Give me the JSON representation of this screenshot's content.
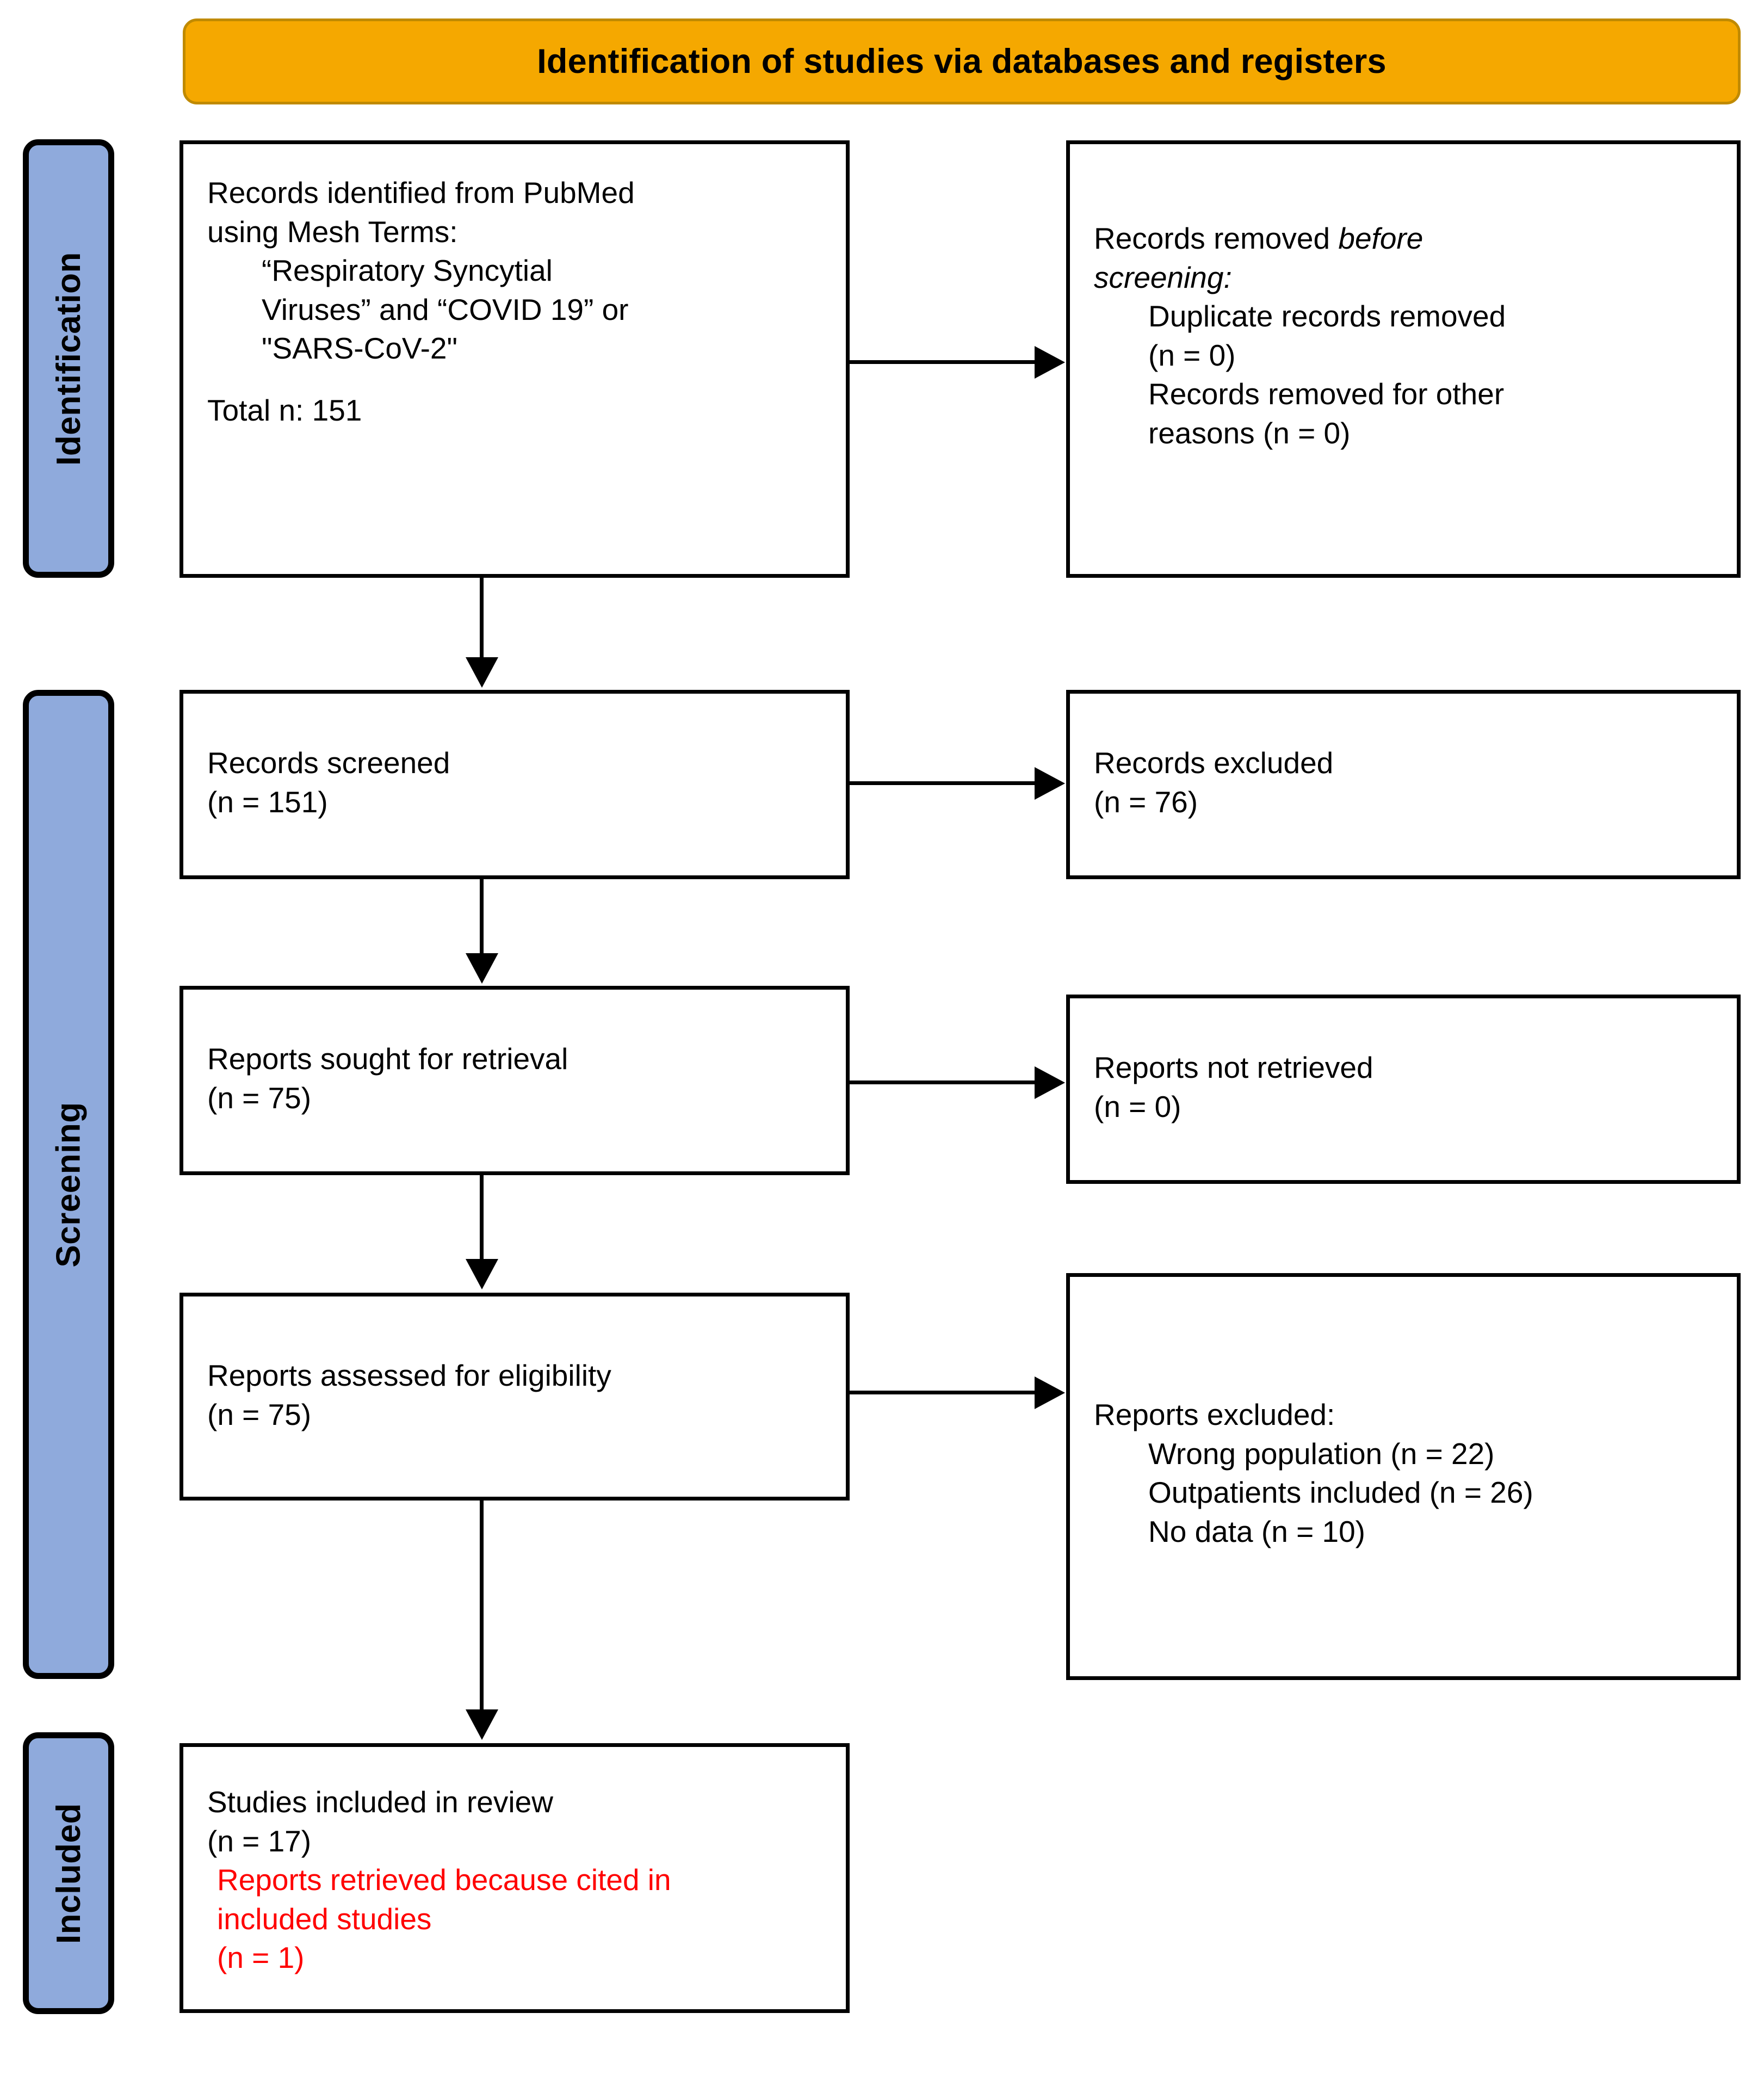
{
  "banner": {
    "title": "Identification of studies via databases and registers"
  },
  "stages": [
    {
      "id": "identification",
      "label": "Identification"
    },
    {
      "id": "screening",
      "label": "Screening"
    },
    {
      "id": "included",
      "label": "Included"
    }
  ],
  "boxes": {
    "identified": {
      "line1": "Records identified from PubMed",
      "line2": "using Mesh Terms:",
      "line3": "“Respiratory Syncytial",
      "line4": "Viruses” and “COVID 19” or",
      "line5": "\"SARS-CoV-2\"",
      "line6": "Total n: 151"
    },
    "removed": {
      "line1_prefix": "Records removed ",
      "line1_italic": "before",
      "line2_italic": "screening",
      "line2_suffix": ":",
      "line3": "Duplicate records removed",
      "line4": "(n = 0)",
      "line5": "Records removed for other",
      "line6": "reasons (n = 0)"
    },
    "screened": {
      "line1": "Records screened",
      "line2": "(n = 151)"
    },
    "excluded_screening": {
      "line1": "Records excluded",
      "line2": "(n = 76)"
    },
    "sought": {
      "line1": "Reports sought for retrieval",
      "line2": "(n = 75)"
    },
    "not_retrieved": {
      "line1": "Reports not retrieved",
      "line2": "(n = 0)"
    },
    "assessed": {
      "line1": "Reports assessed for eligibility",
      "line2": "(n = 75)"
    },
    "reports_excluded": {
      "line1": "Reports excluded:",
      "line2": "Wrong population (n = 22)",
      "line3": "Outpatients included (n = 26)",
      "line4": "No data (n = 10)"
    },
    "included": {
      "line1": "Studies included in review",
      "line2": "(n = 17)",
      "line3_red": "Reports retrieved because cited in",
      "line4_red": "included studies",
      "line5_red": "(n = 1)"
    }
  },
  "colors": {
    "banner_fill": "#F5A800",
    "banner_border": "#C08A00",
    "stage_fill": "#8FAADC",
    "box_border": "#000000",
    "highlight_text": "#FF0000"
  },
  "chart_data": {
    "type": "diagram",
    "title": "PRISMA 2020 flow diagram",
    "nodes": [
      {
        "stage": "Identification",
        "label": "Records identified from PubMed using Mesh Terms",
        "n": 151
      },
      {
        "stage": "Identification",
        "label": "Duplicate records removed",
        "n": 0
      },
      {
        "stage": "Identification",
        "label": "Records removed for other reasons",
        "n": 0
      },
      {
        "stage": "Screening",
        "label": "Records screened",
        "n": 151
      },
      {
        "stage": "Screening",
        "label": "Records excluded",
        "n": 76
      },
      {
        "stage": "Screening",
        "label": "Reports sought for retrieval",
        "n": 75
      },
      {
        "stage": "Screening",
        "label": "Reports not retrieved",
        "n": 0
      },
      {
        "stage": "Screening",
        "label": "Reports assessed for eligibility",
        "n": 75
      },
      {
        "stage": "Screening",
        "label": "Reports excluded: Wrong population",
        "n": 22
      },
      {
        "stage": "Screening",
        "label": "Reports excluded: Outpatients included",
        "n": 26
      },
      {
        "stage": "Screening",
        "label": "Reports excluded: No data",
        "n": 10
      },
      {
        "stage": "Included",
        "label": "Studies included in review",
        "n": 17
      },
      {
        "stage": "Included",
        "label": "Reports retrieved because cited in included studies",
        "n": 1
      }
    ]
  }
}
